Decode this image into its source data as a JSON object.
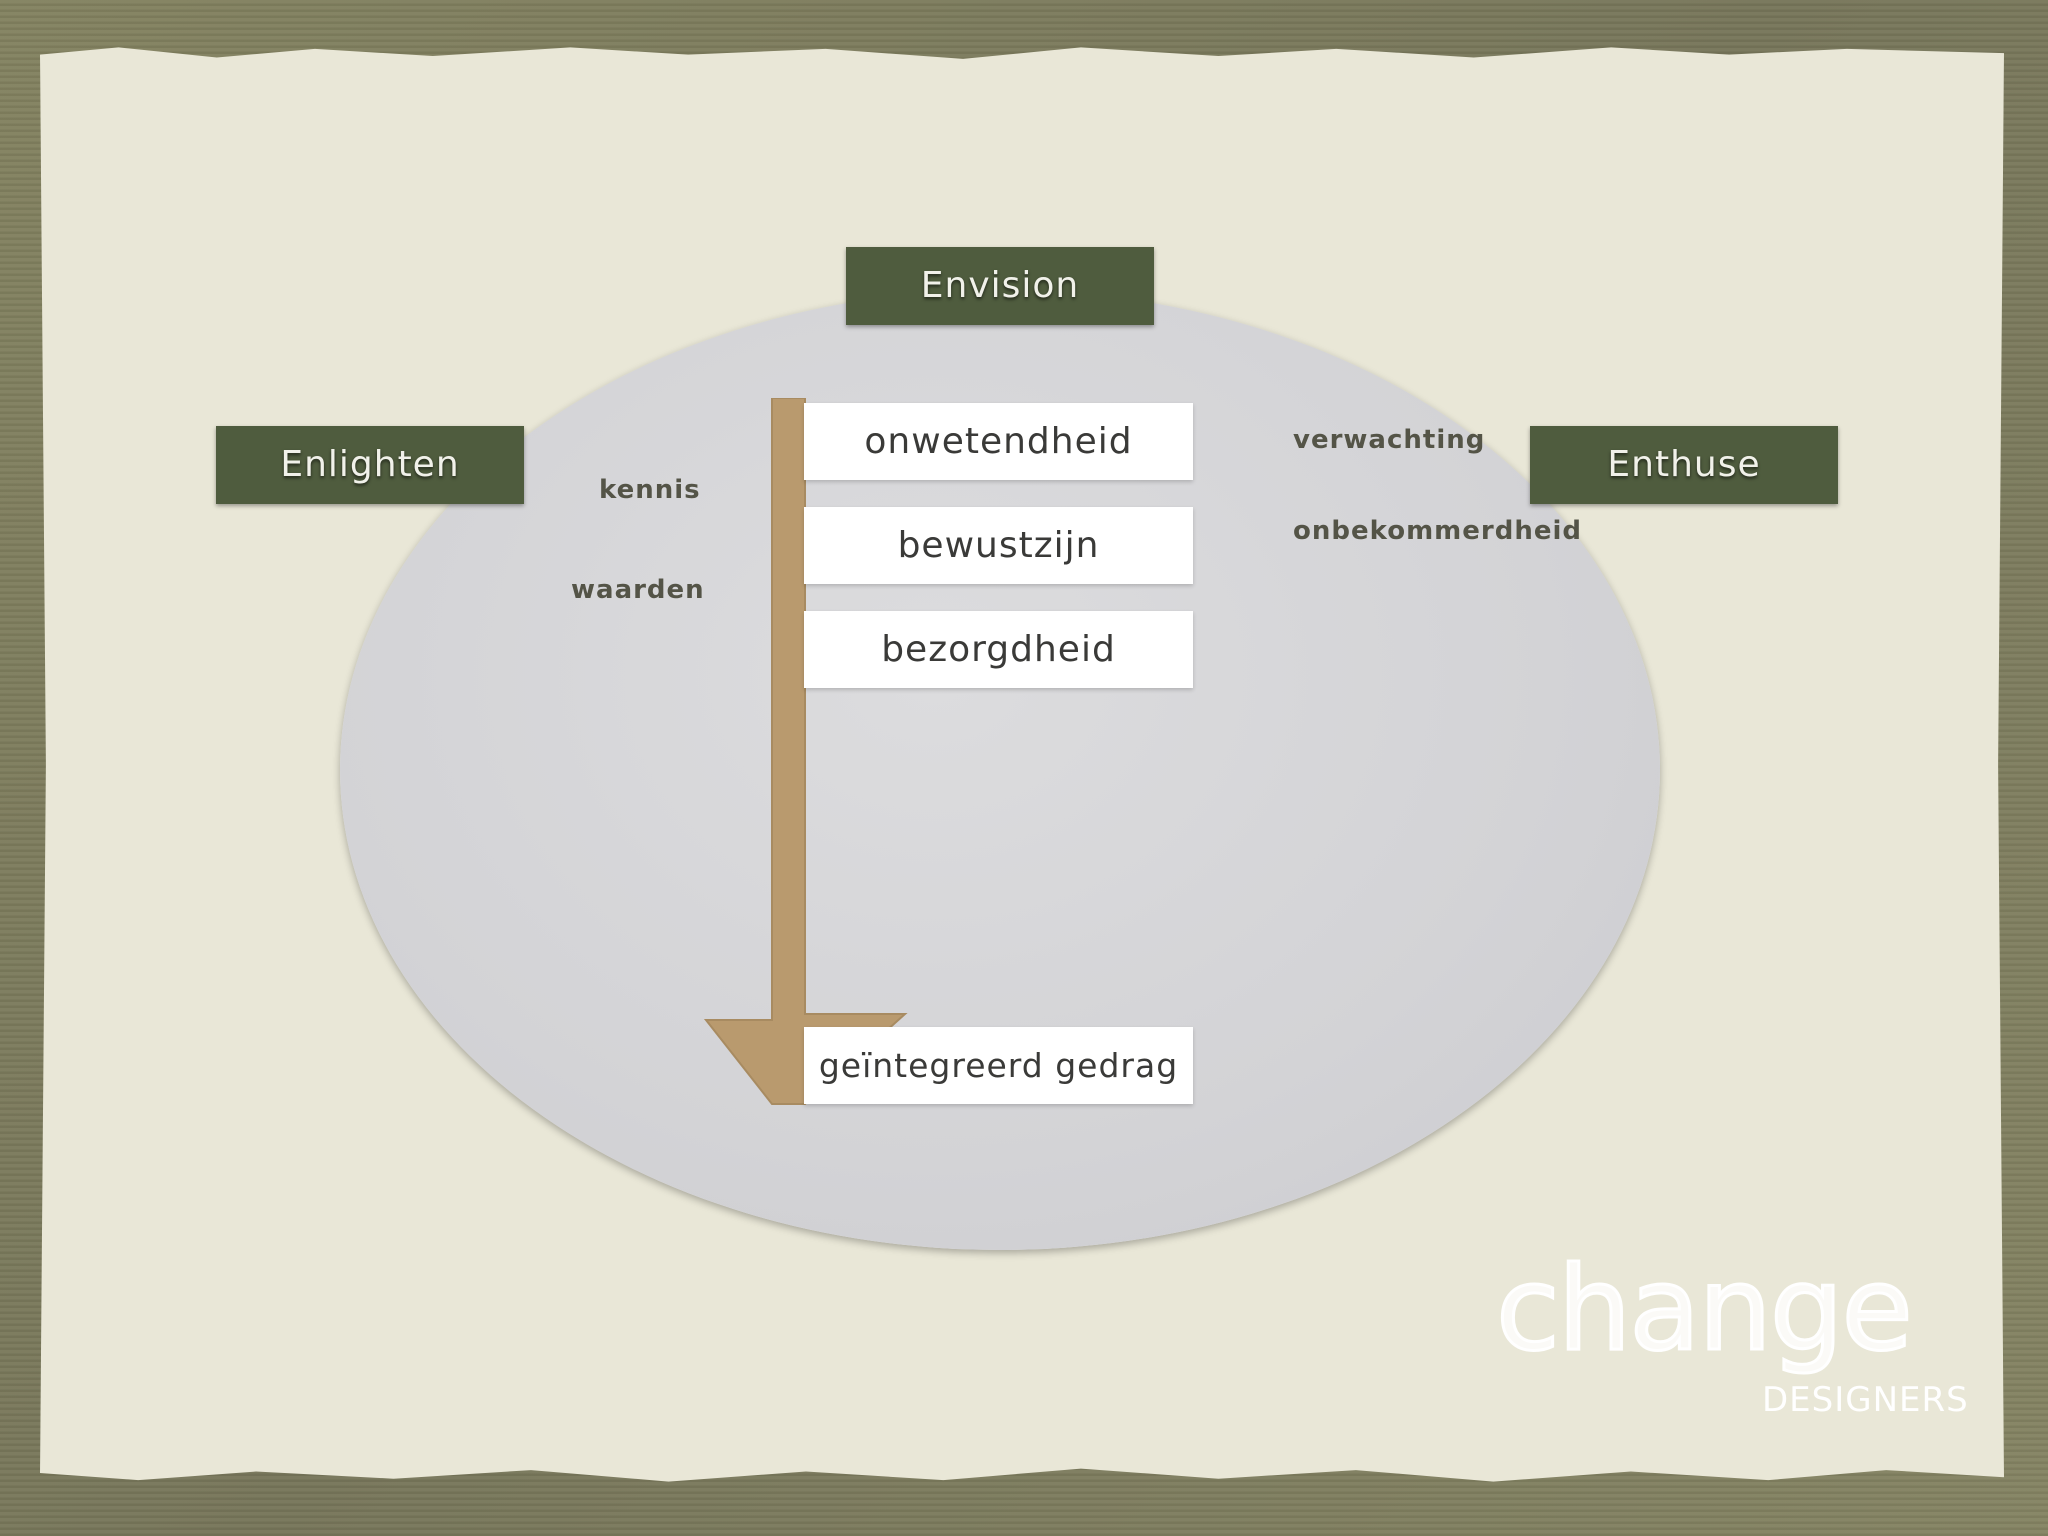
{
  "headers": {
    "top": "Envision",
    "left": "Enlighten",
    "right": "Enthuse"
  },
  "steps": [
    "onwetendheid",
    "bewustzijn",
    "bezorgdheid",
    "geïntegreerd gedrag"
  ],
  "left_labels": [
    "kennis",
    "waarden"
  ],
  "right_labels": [
    "verwachting",
    "onbekommerdheid"
  ],
  "logo": {
    "word": "change",
    "sub": "DESIGNERS"
  },
  "colors": {
    "header_green": "#4f5c3e",
    "arrow_tan": "#b99a6e",
    "frame_olive": "#7f7e5d",
    "paper": "#e9e7d7",
    "ellipse_gray": "#d6d6d9"
  }
}
